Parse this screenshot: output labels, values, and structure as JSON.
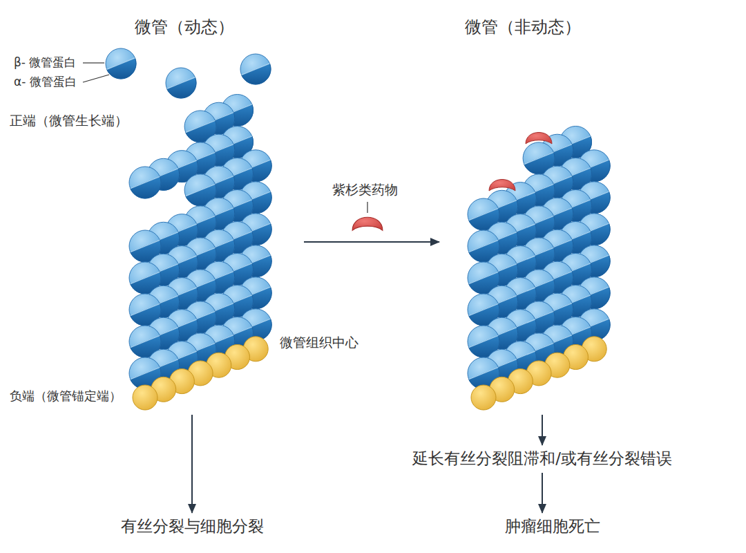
{
  "diagram": {
    "nodes": [
      {
        "text": [
          "微管（动态）"
        ]
      },
      {
        "text": [
          "微管（非动态）"
        ]
      },
      {
        "text": [
          "有丝分裂与细胞分裂"
        ]
      },
      {
        "text": [
          "延长有丝分裂阻滞和/或有丝分裂错误"
        ]
      },
      {
        "text": [
          "肿瘤细胞死亡"
        ]
      }
    ],
    "edges": [
      {
        "from": 0,
        "to": 1,
        "arrow": "to",
        "label": "紫杉类药物"
      },
      {
        "from": 0,
        "to": 2,
        "arrow": "to"
      },
      {
        "from": 1,
        "to": 3,
        "arrow": "to"
      },
      {
        "from": 3,
        "to": 4,
        "arrow": "to"
      }
    ],
    "labels": [
      "β- 微管蛋白",
      "α- 微管蛋白",
      "正端（微管生长端）",
      "微管组织中心",
      "负端（微管锚定端）"
    ]
  }
}
